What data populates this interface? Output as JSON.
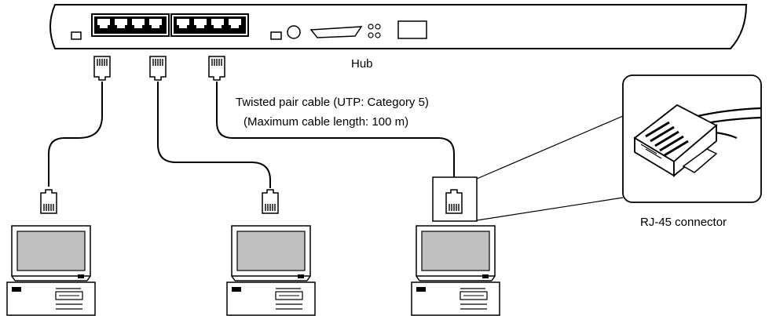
{
  "labels": {
    "hub": "Hub",
    "cable_line1": "Twisted pair cable (UTP: Category 5)",
    "cable_line2": "(Maximum cable length: 100 m)",
    "connector": "RJ-45 connector"
  },
  "colors": {
    "stroke": "#000000",
    "fill": "#ffffff",
    "screen": "#bfbfbf",
    "port": "#000000"
  }
}
